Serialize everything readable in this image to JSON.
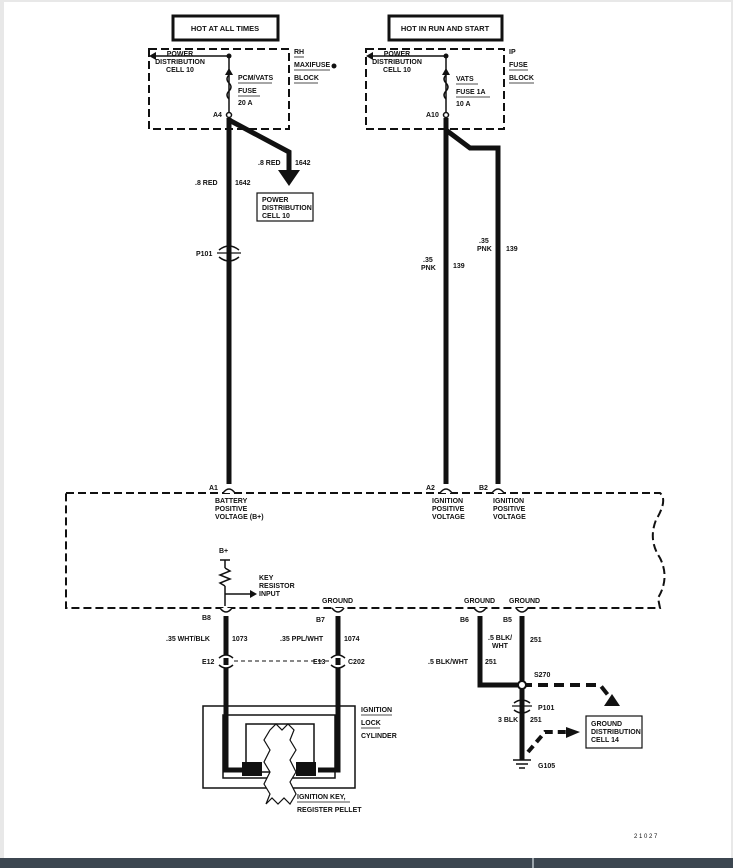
{
  "headers": {
    "left": "HOT AT ALL TIMES",
    "right": "HOT IN RUN AND START"
  },
  "left_fuse_box": {
    "pdc": [
      "POWER",
      "DISTRIBUTION",
      "CELL 10"
    ],
    "block": [
      "RH",
      "MAXIFUSE",
      "BLOCK"
    ],
    "fuse": [
      "PCM/VATS",
      "FUSE",
      "20 A"
    ],
    "terminal": "A4"
  },
  "right_fuse_box": {
    "pdc": [
      "POWER",
      "DISTRIBUTION",
      "CELL 10"
    ],
    "block": [
      "IP",
      "FUSE",
      "BLOCK"
    ],
    "fuse": [
      "VATS",
      "FUSE 1A",
      "10 A"
    ],
    "terminal": "A10"
  },
  "wires": {
    "red_main": {
      "gauge": ".8 RED",
      "circuit": "1642"
    },
    "red_branch": {
      "gauge": ".8 RED",
      "circuit": "1642"
    },
    "pnk_a": {
      "gauge": [
        ".35",
        "PNK"
      ],
      "circuit": "139"
    },
    "pnk_b": {
      "gauge": [
        ".35",
        "PNK"
      ],
      "circuit": "139"
    },
    "wht_blk": {
      "gauge": ".35 WHT/BLK",
      "circuit": "1073"
    },
    "ppl_wht": {
      "gauge": ".35 PPL/WHT",
      "circuit": "1074"
    },
    "blk_wht_a": {
      "gauge": [
        ".5 BLK/",
        "WHT"
      ],
      "circuit": "251"
    },
    "blk_wht_b": {
      "gauge": ".5 BLK/WHT",
      "circuit": "251"
    },
    "blk_3": {
      "gauge": "3 BLK",
      "circuit": "251"
    }
  },
  "pdc_box": [
    "POWER",
    "DISTRIBUTION",
    "CELL 10"
  ],
  "connectors": {
    "p101_top": "P101",
    "p101_bottom": "P101",
    "c202": "C202",
    "splice": "S270",
    "ground": "G105"
  },
  "module_pins": {
    "a1": {
      "pin": "A1",
      "label": [
        "BATTERY",
        "POSITIVE",
        "VOLTAGE (B+)"
      ]
    },
    "a2": {
      "pin": "A2",
      "label": [
        "IGNITION",
        "POSITIVE",
        "VOLTAGE"
      ]
    },
    "b2": {
      "pin": "B2",
      "label": [
        "IGNITION",
        "POSITIVE",
        "VOLTAGE"
      ]
    },
    "b8": "B8",
    "b7": "B7",
    "b6": "B6",
    "b5": "B5",
    "b7_label": "GROUND",
    "b6_label": "GROUND",
    "b5_label": "GROUND"
  },
  "bplus": "B+",
  "key_resistor": [
    "KEY",
    "RESISTOR",
    "INPUT"
  ],
  "c202_terms": {
    "e12": "E12",
    "e13": "E13"
  },
  "lock_cylinder": [
    "IGNITION",
    "LOCK",
    "CYLINDER"
  ],
  "key_pellet": [
    "IGNITION KEY,",
    "REGISTER PELLET"
  ],
  "ground_dist": [
    "GROUND",
    "DISTRIBUTION",
    "CELL 14"
  ],
  "footer_id": "2 1 0 2 7"
}
